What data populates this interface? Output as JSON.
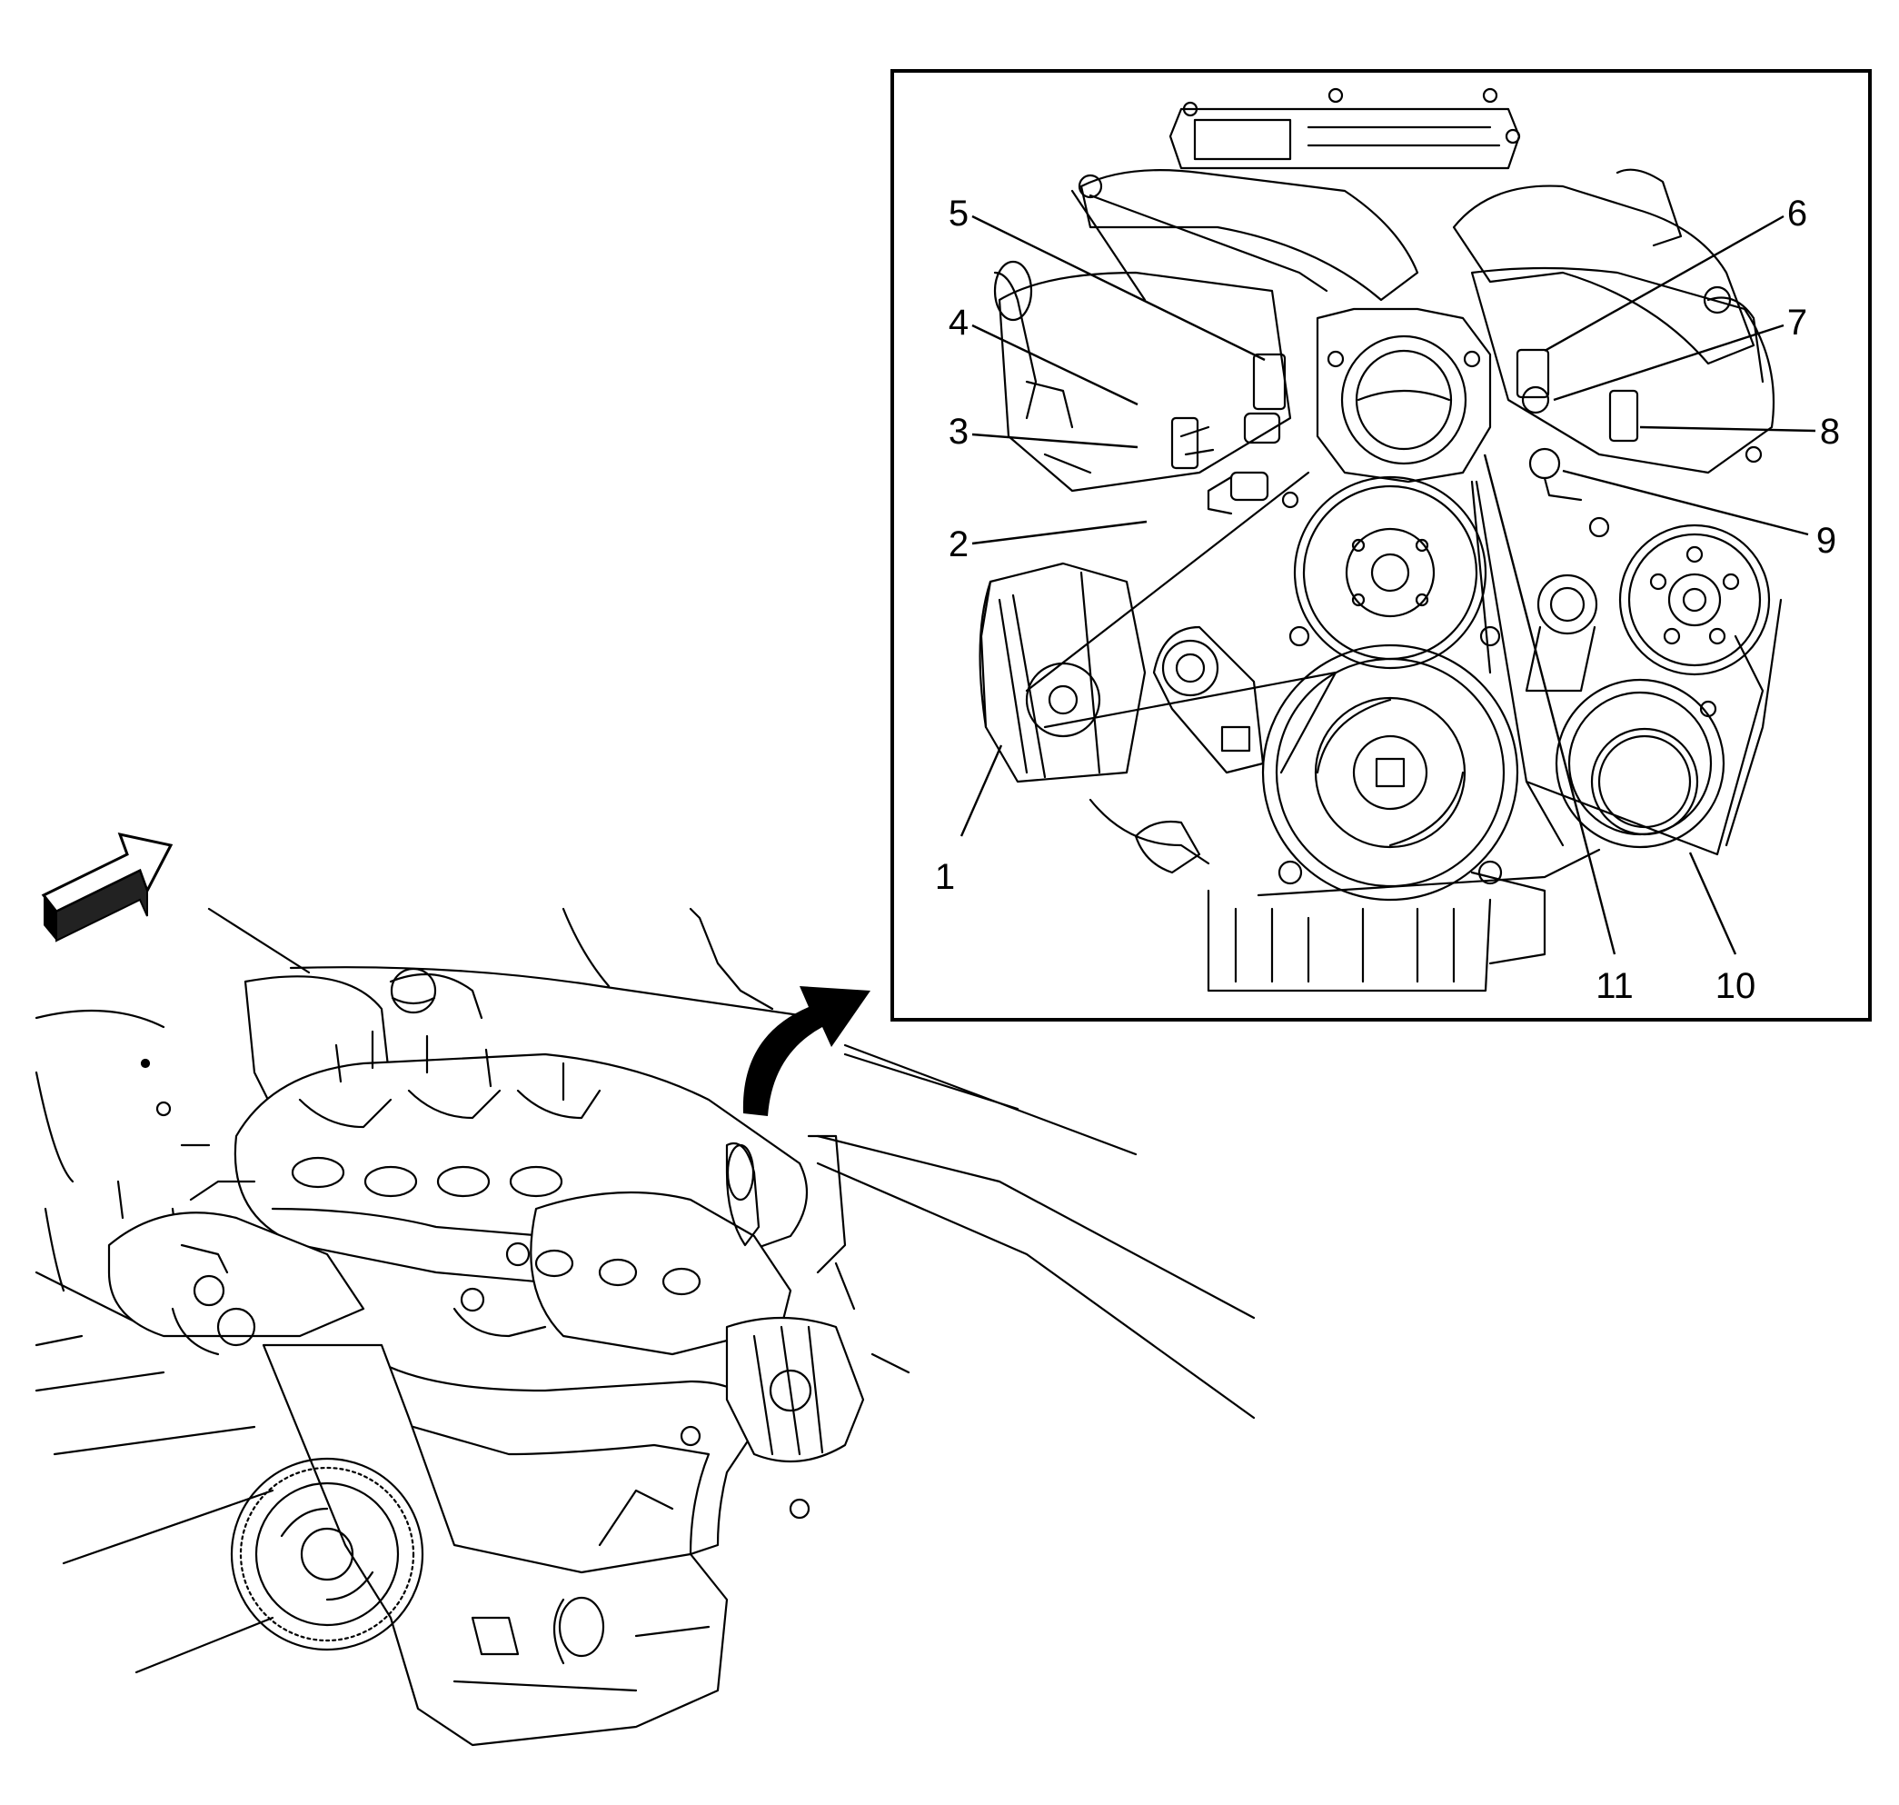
{
  "callouts": [
    {
      "id": "1",
      "label": "1"
    },
    {
      "id": "2",
      "label": "2"
    },
    {
      "id": "3",
      "label": "3"
    },
    {
      "id": "4",
      "label": "4"
    },
    {
      "id": "5",
      "label": "5"
    },
    {
      "id": "6",
      "label": "6"
    },
    {
      "id": "7",
      "label": "7"
    },
    {
      "id": "8",
      "label": "8"
    },
    {
      "id": "9",
      "label": "9"
    },
    {
      "id": "10",
      "label": "10"
    },
    {
      "id": "11",
      "label": "11"
    }
  ],
  "icons": {
    "direction_arrow": "front-direction-arrow-icon",
    "detail_arrow": "curved-detail-arrow-icon"
  },
  "colors": {
    "ink": "#000000",
    "paper": "#ffffff",
    "shade": "#e6e6e6"
  }
}
